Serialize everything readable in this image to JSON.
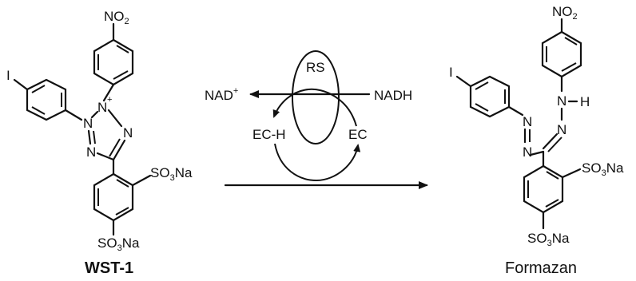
{
  "reactant": {
    "name": "WST-1",
    "nitro_group": "NO2",
    "iodo": "I",
    "sulfonate_top": "SO3Na",
    "sulfonate_bottom": "SO3Na",
    "n_labels": [
      "N",
      "N",
      "N",
      "N"
    ],
    "n_plus": "+"
  },
  "product": {
    "name": "Formazan",
    "nitro_group": "NO2",
    "iodo": "I",
    "sulfonate_top": "SO3Na",
    "sulfonate_bottom": "SO3Na",
    "n_labels": [
      "N",
      "N",
      "N",
      "N"
    ],
    "nh_h": "H"
  },
  "cycle": {
    "nad_plus": "NAD",
    "nad_plus_sup": "+",
    "nadh": "NADH",
    "rs": "RS",
    "ec_h": "EC-H",
    "ec": "EC"
  },
  "colors": {
    "ink": "#111111",
    "background": "#ffffff"
  }
}
